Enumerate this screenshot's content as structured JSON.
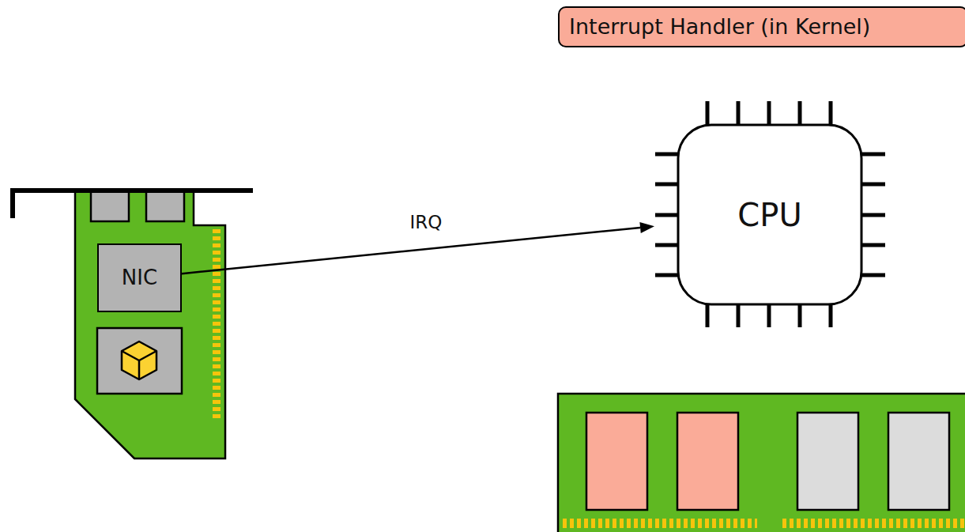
{
  "diagram": {
    "nodes": [
      {
        "text": [
          "Interrupt Handler (in Kernel)"
        ]
      },
      {
        "text": [
          "NIC"
        ]
      },
      {
        "text": [
          "CPU"
        ]
      }
    ],
    "edges": [
      {
        "from": 1,
        "to": 2,
        "label": "IRQ",
        "arrow": "to"
      }
    ]
  }
}
